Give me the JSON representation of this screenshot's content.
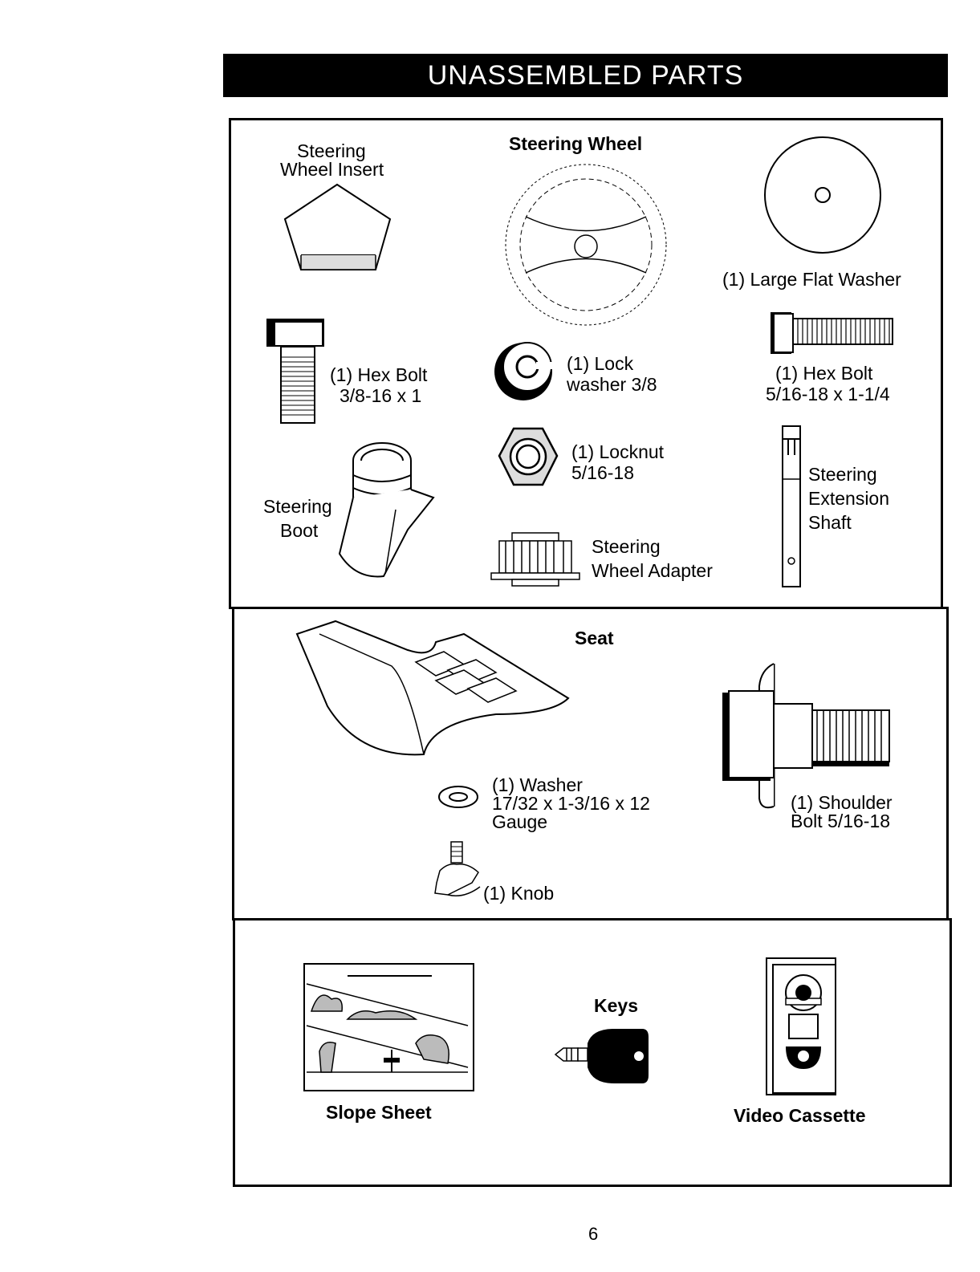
{
  "header": {
    "title": "UNASSEMBLED PARTS"
  },
  "section1": {
    "steering_wheel_insert": {
      "line1": "Steering",
      "line2": "Wheel Insert"
    },
    "steering_wheel": "Steering Wheel",
    "large_flat_washer": "(1) Large Flat Washer",
    "hex_bolt_38": {
      "line1": "(1) Hex Bolt",
      "line2": "3/8-16 x 1"
    },
    "lock_washer": {
      "line1": "(1) Lock",
      "line2": "washer  3/8"
    },
    "hex_bolt_516": {
      "line1": "(1) Hex Bolt",
      "line2": "5/16-18 x 1-1/4"
    },
    "locknut": {
      "line1": "(1) Locknut",
      "line2": "5/16-18"
    },
    "steering_boot": {
      "line1": "Steering",
      "line2": "Boot"
    },
    "extension_shaft": {
      "line1": "Steering",
      "line2": "Extension",
      "line3": "Shaft"
    },
    "wheel_adapter": {
      "line1": "Steering",
      "line2": "Wheel Adapter"
    }
  },
  "section2": {
    "seat": "Seat",
    "washer": {
      "line1": "(1) Washer",
      "line2": "17/32 x 1-3/16 x 12",
      "line3": "Gauge"
    },
    "shoulder_bolt": {
      "line1": "(1) Shoulder",
      "line2": "Bolt  5/16-18"
    },
    "knob": "(1) Knob"
  },
  "section3": {
    "slope_sheet": "Slope Sheet",
    "keys": "Keys",
    "video_cassette": "Video Cassette"
  },
  "footer": {
    "page_number": "6"
  }
}
